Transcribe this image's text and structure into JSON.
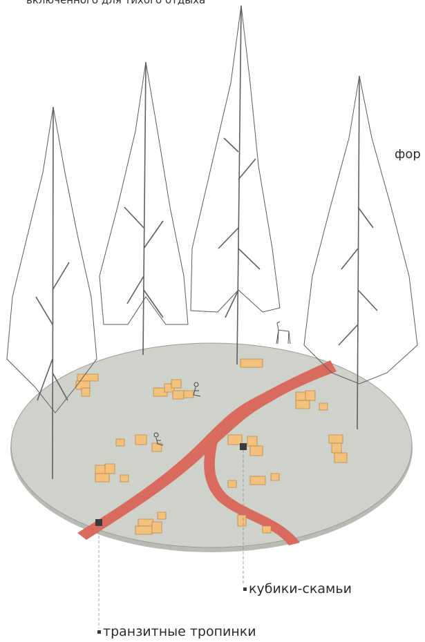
{
  "captions": {
    "top_partial": "включенного для тихого отдыха",
    "side_partial": "фор"
  },
  "legend": {
    "benches": "кубики-скамьи",
    "paths": "транзитные тропинки"
  },
  "colors": {
    "ground": "#cfd2cb",
    "ground_edge": "#9a9d97",
    "path": "#d96b5e",
    "bench_fill": "#f3c27e",
    "bench_stroke": "#b98642",
    "marker": "#3a3a3a"
  }
}
